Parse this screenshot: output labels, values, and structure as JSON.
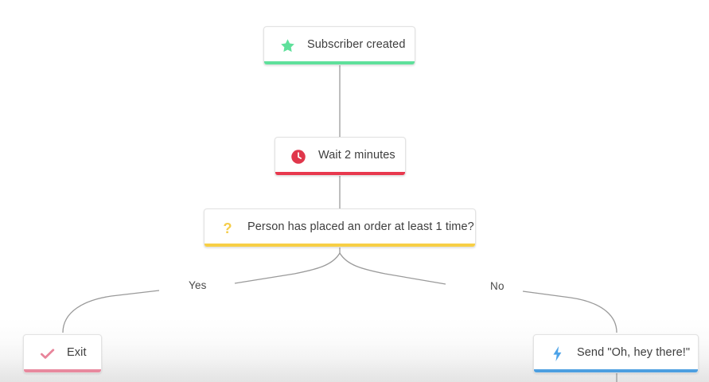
{
  "canvas": {
    "title": "Automation workflow builder canvas",
    "background_color": "#ffffff"
  },
  "nodes": [
    {
      "id": "subscriber-created",
      "label": "Subscriber created",
      "icon": "star-icon",
      "accent_color": "#5fe09b",
      "icon_color": "#5fe09b",
      "type": "trigger"
    },
    {
      "id": "wait",
      "label": "Wait 2 minutes",
      "icon": "clock-icon",
      "accent_color": "#e8394e",
      "icon_color": "#e0374b",
      "type": "delay"
    },
    {
      "id": "condition",
      "label": "Person has placed an order at least 1 time?",
      "icon": "question-mark-icon",
      "accent_color": "#f7cf45",
      "icon_color": "#f5cd4a",
      "type": "condition"
    },
    {
      "id": "exit",
      "label": "Exit",
      "icon": "check-icon",
      "accent_color": "#e8899e",
      "icon_color": "#e8849a",
      "type": "exit"
    },
    {
      "id": "send-message",
      "label": "Send \"Oh, hey there!\"",
      "icon": "lightning-bolt-icon",
      "accent_color": "#4d9fe0",
      "icon_color": "#4da3e8",
      "type": "action"
    }
  ],
  "branches": [
    {
      "id": "yes",
      "label": "Yes",
      "from": "condition",
      "to": "exit"
    },
    {
      "id": "no",
      "label": "No",
      "from": "condition",
      "to": "send-message"
    }
  ],
  "connector_color": "#9a9a9a"
}
